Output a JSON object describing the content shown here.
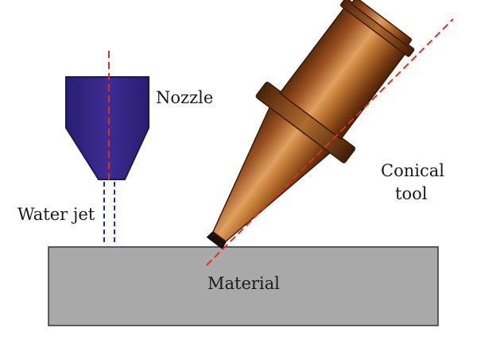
{
  "labels": {
    "nozzle": "Nozzle",
    "water_jet": "Water jet",
    "conical_tool_line1": "Conical",
    "conical_tool_line2": "tool",
    "material": "Material"
  },
  "colors": {
    "nozzle_fill": "#3a2a8c",
    "water_jet_lines": "#2a2a9a",
    "axis_lines": "#d0361f",
    "material_fill": "#a9a9a9",
    "tool_copper": "#b8692a"
  }
}
